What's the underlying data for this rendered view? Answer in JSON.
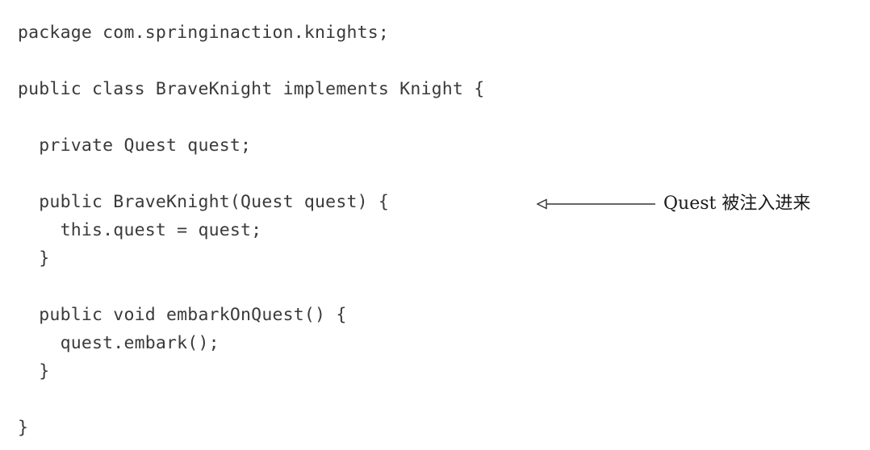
{
  "code": {
    "lines": [
      "package com.springinaction.knights;",
      "public class BraveKnight implements Knight {",
      "  private Quest quest;",
      "  public BraveKnight(Quest quest) {",
      "    this.quest = quest;",
      "  }",
      "  public void embarkOnQuest() {",
      "    quest.embark();",
      "  }",
      "}"
    ]
  },
  "annotation": {
    "text": "Quest 被注入进来"
  }
}
